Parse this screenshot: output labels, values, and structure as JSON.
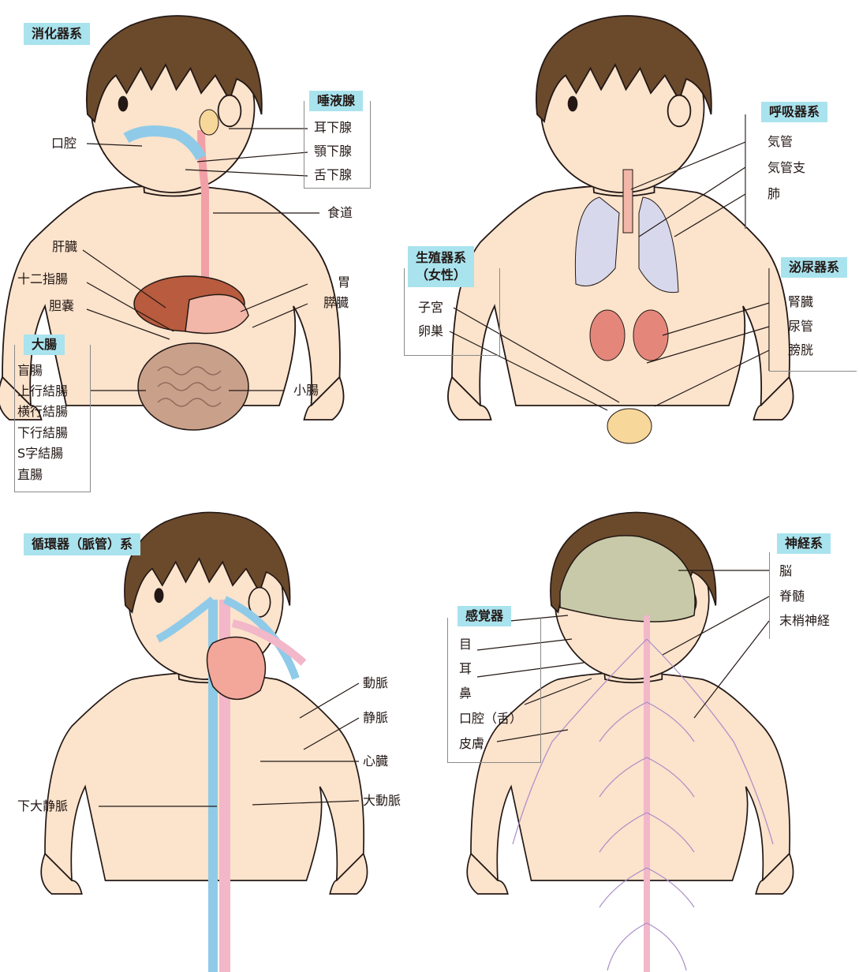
{
  "panels": {
    "digestive": {
      "title": "消化器系",
      "labels": {
        "mouth": "口腔",
        "liver": "肝臓",
        "duodenum": "十二指腸",
        "gallbladder": "胆嚢",
        "esophagus": "食道",
        "stomach": "胃",
        "pancreas": "膵臓",
        "small_intestine": "小腸"
      },
      "salivary": {
        "heading": "唾液腺",
        "items": [
          "耳下腺",
          "顎下腺",
          "舌下腺"
        ]
      },
      "large_intestine": {
        "heading": "大腸",
        "items": [
          "盲腸",
          "上行結腸",
          "横行結腸",
          "下行結腸",
          "S字結腸",
          "直腸"
        ]
      }
    },
    "respiratory": {
      "heading": "呼吸器系",
      "items": [
        "気管",
        "気管支",
        "肺"
      ]
    },
    "reproductive": {
      "heading_line1": "生殖器系",
      "heading_line2": "（女性）",
      "items": [
        "子宮",
        "卵巣"
      ]
    },
    "urinary": {
      "heading": "泌尿器系",
      "items": [
        "腎臓",
        "尿管",
        "膀胱"
      ]
    },
    "circulatory": {
      "title": "循環器（脈管）系",
      "labels": {
        "artery": "動脈",
        "vein": "静脈",
        "heart": "心臓",
        "aorta": "大動脈",
        "ivc": "下大静脈"
      }
    },
    "nervous": {
      "heading": "神経系",
      "items": [
        "脳",
        "脊髄",
        "末梢神経"
      ]
    },
    "sensory": {
      "heading": "感覚器",
      "items": [
        "目",
        "耳",
        "鼻",
        "口腔（舌）",
        "皮膚"
      ]
    }
  },
  "colors": {
    "skin": "#fbe3cc",
    "hair": "#6b4a2c",
    "label_bg": "#a9e3ee",
    "artery": "#f2b7c9",
    "vein": "#8fcbe8",
    "nerve": "#a98bc8",
    "organ": "#e4877a"
  }
}
